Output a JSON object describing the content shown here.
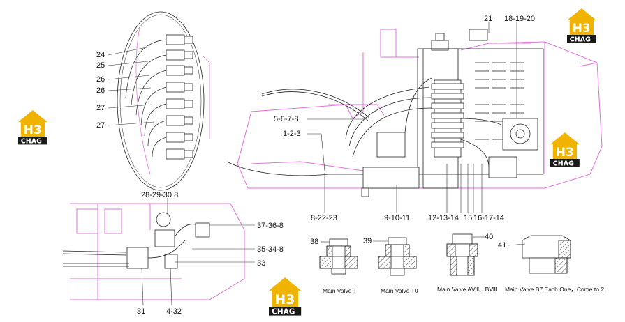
{
  "callouts": {
    "c24": "24",
    "c25": "25",
    "c26a": "26",
    "c26b": "26",
    "c27a": "27",
    "c27b": "27",
    "c21": "21",
    "c18_19_20": "18-19-20",
    "c5_6_7_8": "5-6-7-8",
    "c1_2_3": "1-2-3",
    "c28_29_30_8": "28-29-30 8",
    "c8_22_23": "8-22-23",
    "c9_10_11": "9-10-11",
    "c12_13_14": "12-13-14",
    "c15": "15",
    "c16_17_14": "16-17-14",
    "c37_36_8": "37-36-8",
    "c35_34_8": "35-34-8",
    "c33": "33",
    "c31": "31",
    "c4_32": "4-32",
    "c38": "38",
    "c39": "39",
    "c40": "40",
    "c41": "41"
  },
  "captions": {
    "valve_t": "Main Valve T",
    "valve_t0": "Main Valve T0",
    "valve_a8_b8": "Main Valve AⅧ、BⅧ",
    "valve_b7": "Main Valve B7 Each One，Come to 2"
  },
  "logo": {
    "mark": "H3",
    "sub": "CHAG"
  },
  "colors": {
    "outline": "#e070d8",
    "ink": "#111111",
    "logo_gold": "#f0b400",
    "logo_dark": "#1a1a1a"
  }
}
